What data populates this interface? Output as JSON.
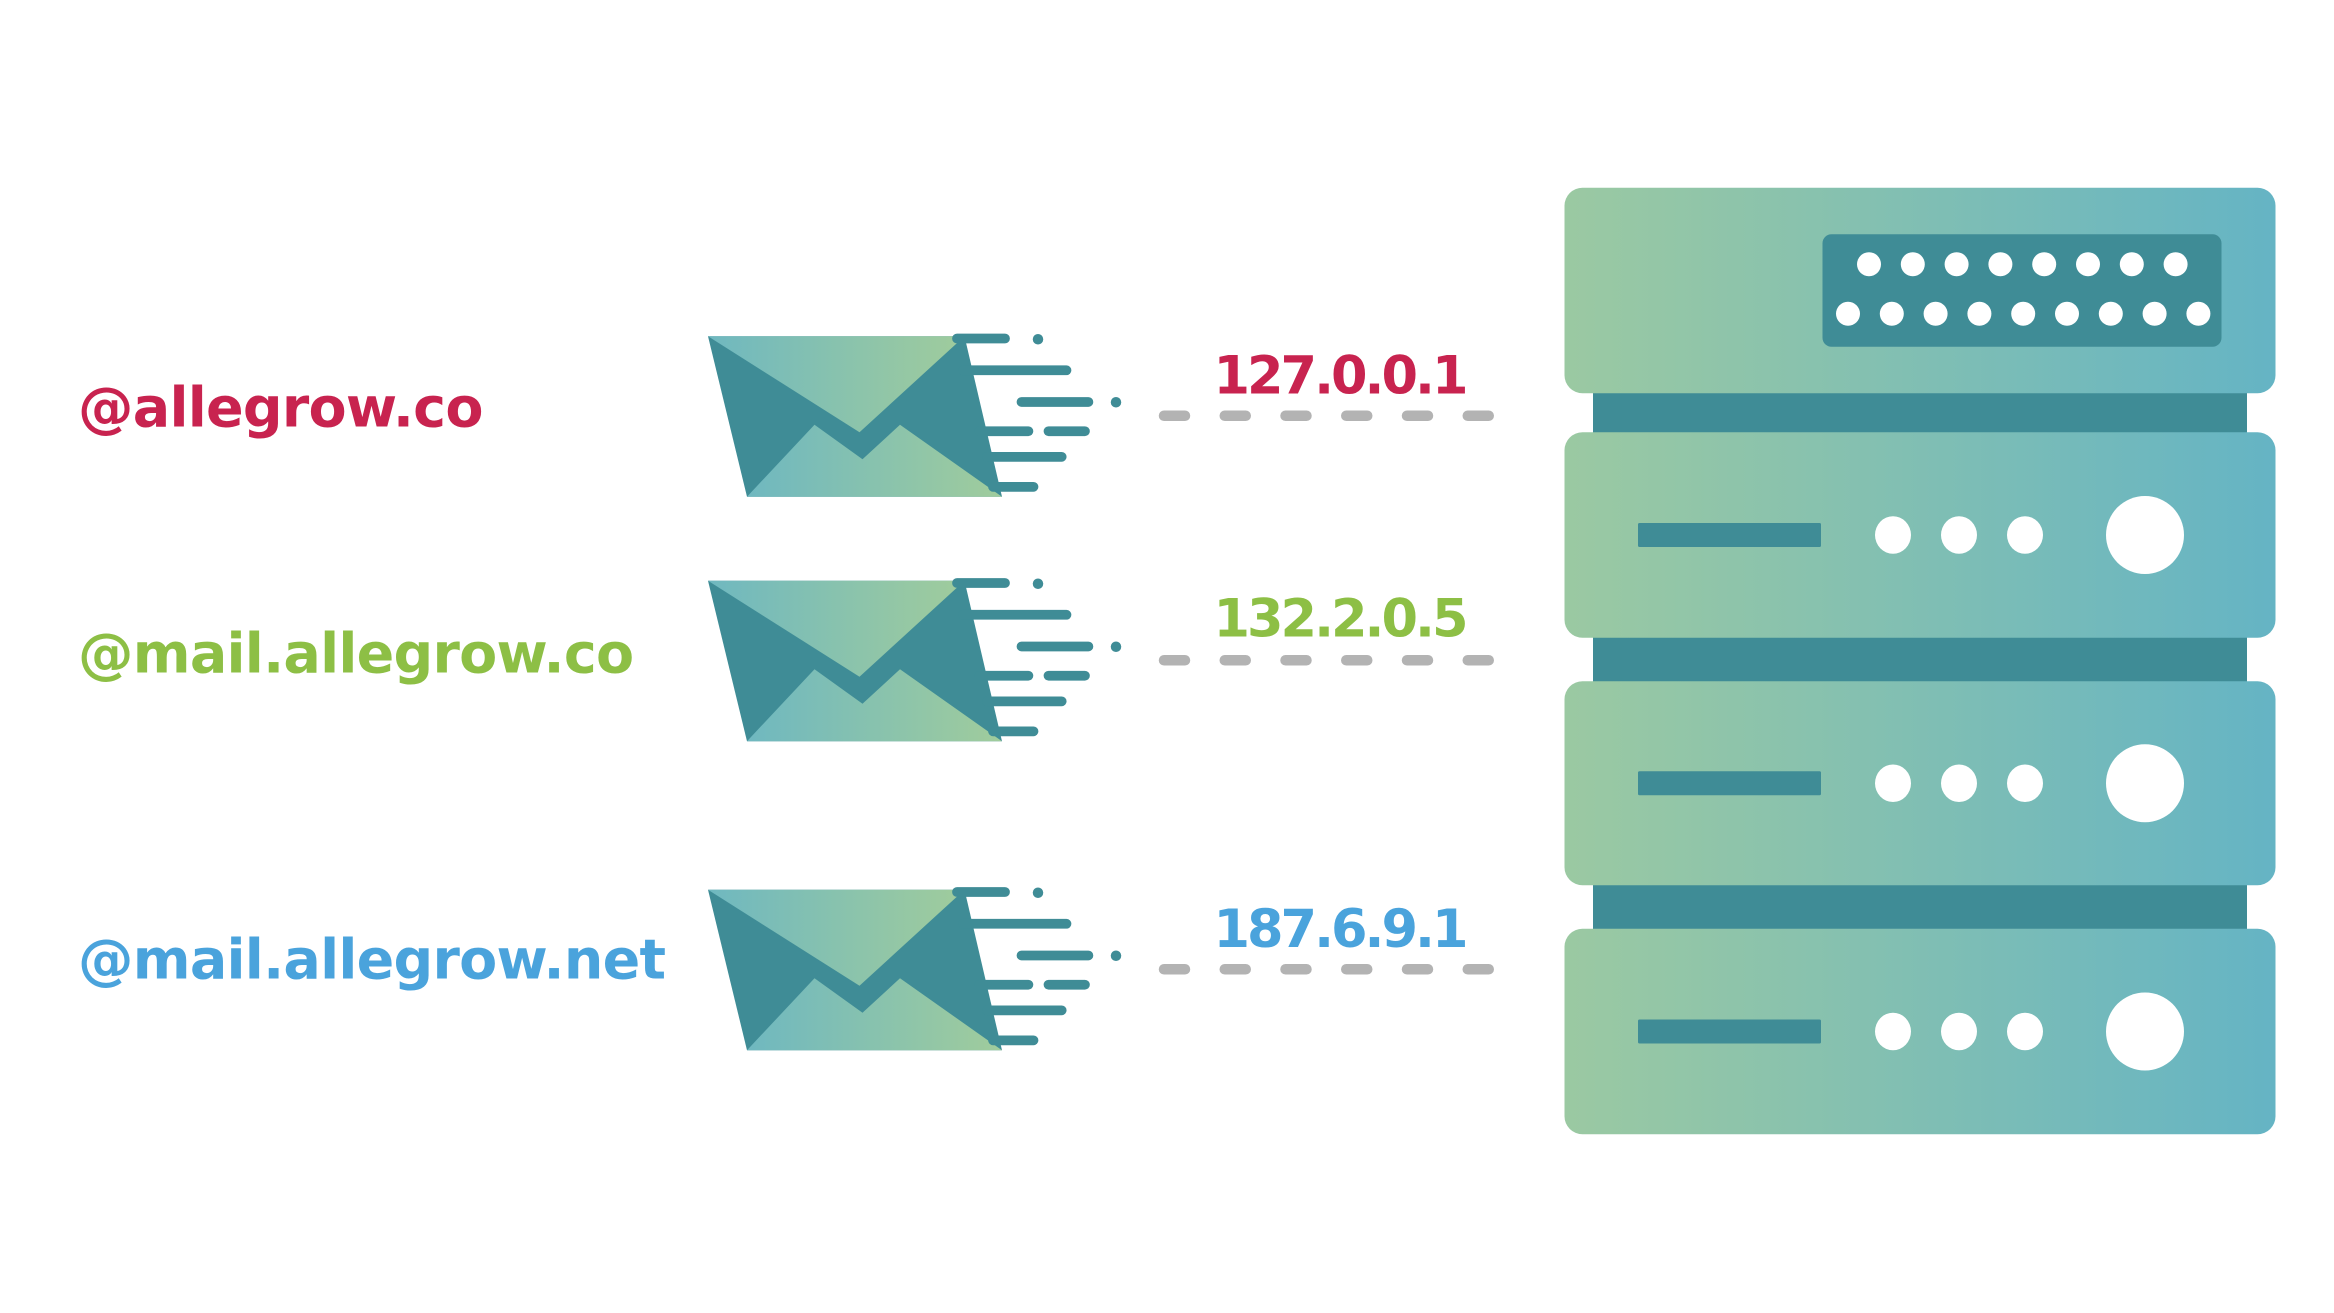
{
  "rows": [
    {
      "domain": "@allegrow.co",
      "ip": "127.0.0.1",
      "color": "#c8234f"
    },
    {
      "domain": "@mail.allegrow.co",
      "ip": "132.2.0.5",
      "color": "#8dbf45"
    },
    {
      "domain": "@mail.allegrow.net",
      "ip": "187.6.9.1",
      "color": "#4aa3dc"
    }
  ],
  "colors": {
    "teal_dark": "#3f8c96",
    "gradient_green": "#9bc9a2",
    "gradient_blue": "#65b4c4",
    "dash_gray": "#b3b3b3"
  }
}
